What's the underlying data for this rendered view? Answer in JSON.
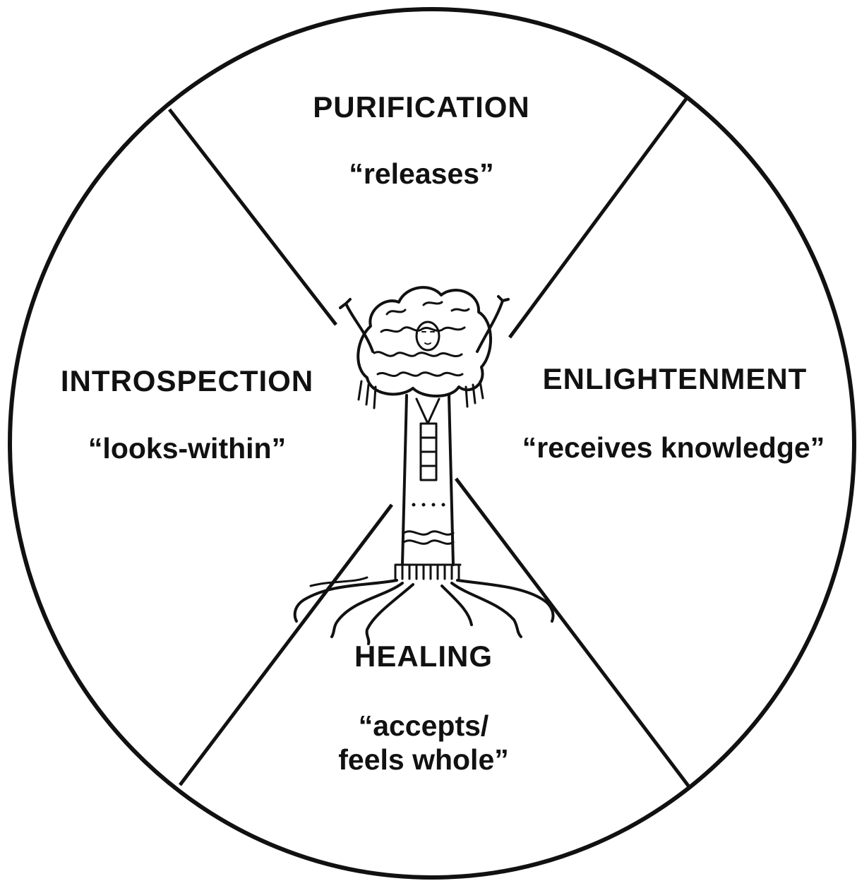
{
  "diagram": {
    "colors": {
      "ink": "#111111",
      "background": "#ffffff"
    },
    "quadrants": [
      {
        "id": "purification",
        "title": "PURIFICATION",
        "phrase": "“releases”"
      },
      {
        "id": "introspection",
        "title": "INTROSPECTION",
        "phrase": "“looks-within”"
      },
      {
        "id": "enlightenment",
        "title": "ENLIGHTENMENT",
        "phrase": "“receives knowledge”"
      },
      {
        "id": "healing",
        "title": "HEALING",
        "phrase_line1": "“accepts/",
        "phrase_line2": "feels whole”"
      }
    ],
    "center_image": "tree-of-life-figure"
  }
}
